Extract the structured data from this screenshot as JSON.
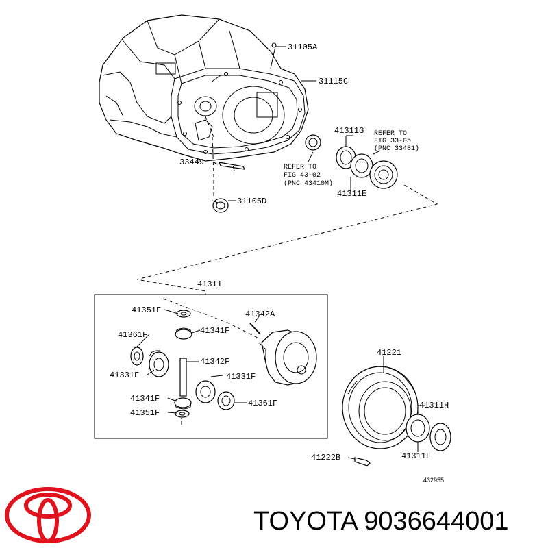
{
  "callouts": {
    "c31105A": "31105A",
    "c31115C": "31115C",
    "c41311G": "41311G",
    "c33449": "33449",
    "c41311E": "41311E",
    "c31105D": "31105D",
    "c41311": "41311",
    "c41351F_top": "41351F",
    "c41342A": "41342A",
    "c41341F_top": "41341F",
    "c41361F_left": "41361F",
    "c41342F": "41342F",
    "c41331F_left": "41331F",
    "c41331F_right": "41331F",
    "c41341F_bottom": "41341F",
    "c41361F_right": "41361F",
    "c41351F_bottom": "41351F",
    "c41221": "41221",
    "c41311H": "41311H",
    "c41222B": "41222B",
    "c41311F": "41311F"
  },
  "refer_notes": {
    "fig33": {
      "line1": "REFER TO",
      "line2": "FIG 33-05",
      "line3": "(PNC 33481)"
    },
    "fig43": {
      "line1": "REFER TO",
      "line2": "FIG 43-02",
      "line3": "(PNC 43410M)"
    }
  },
  "figure_number": "432955",
  "brand": {
    "name": "TOYOTA",
    "part_number": "9036644001",
    "logo_color": "#e0121b",
    "logo_icon": "toyota-logo"
  }
}
